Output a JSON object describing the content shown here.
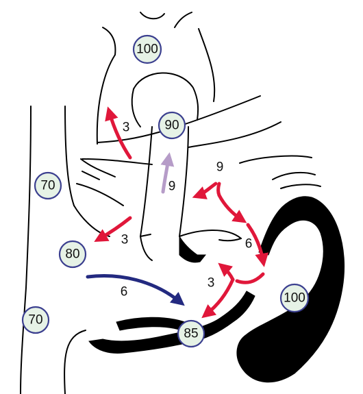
{
  "colors": {
    "saturation_circle_fill": "#e6f2e6",
    "saturation_circle_stroke": "#3b3f8f",
    "shunt_flow_arrow": "#e0173a",
    "pulmonary_flow_arrow": "#b69cc8",
    "venous_flow_arrow": "#232a80",
    "outline": "#000000"
  },
  "saturations": [
    {
      "id": "sat-aorta",
      "value": "100"
    },
    {
      "id": "sat-pulmonary-artery",
      "value": "90"
    },
    {
      "id": "sat-svc",
      "value": "70"
    },
    {
      "id": "sat-right-atrium",
      "value": "80"
    },
    {
      "id": "sat-ivc",
      "value": "70"
    },
    {
      "id": "sat-right-ventricle",
      "value": "85"
    },
    {
      "id": "sat-left-ventricle",
      "value": "100"
    }
  ],
  "flows": [
    {
      "id": "flow-ductus",
      "value": "3",
      "color": "red"
    },
    {
      "id": "flow-pulmonary",
      "value": "9",
      "color": "purple"
    },
    {
      "id": "flow-left-atrium",
      "value": "9",
      "color": "red"
    },
    {
      "id": "flow-atrial-shunt",
      "value": "3",
      "color": "red"
    },
    {
      "id": "flow-mitral",
      "value": "6",
      "color": "red"
    },
    {
      "id": "flow-vsd",
      "value": "3",
      "color": "red"
    },
    {
      "id": "flow-venous-return",
      "value": "6",
      "color": "navy"
    }
  ]
}
